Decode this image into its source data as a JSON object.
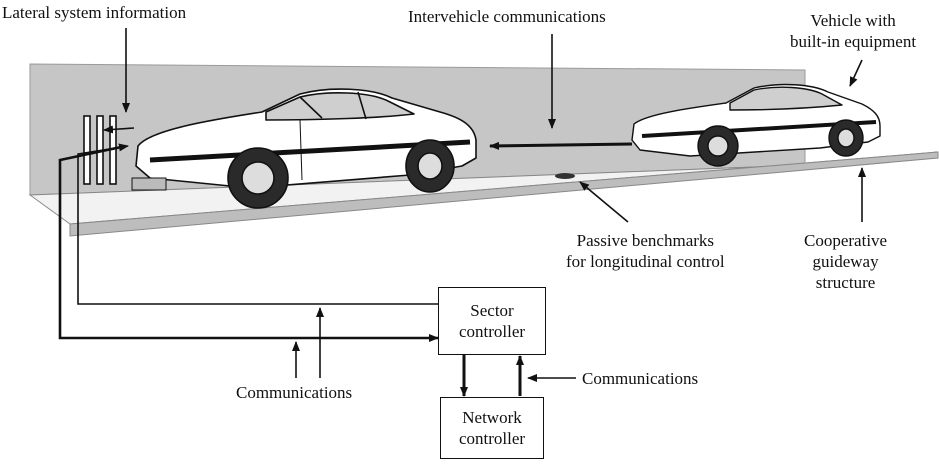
{
  "labels": {
    "lateral_info": "Lateral system information",
    "intervehicle": "Intervehicle communications",
    "vehicle_with": "Vehicle with\nbuilt-in equipment",
    "passive": "Passive benchmarks\nfor longitudinal control",
    "cooperative": "Cooperative\nguideway\nstructure",
    "comm_left": "Communications",
    "comm_right": "Communications"
  },
  "boxes": {
    "sector": "Sector\ncontroller",
    "network": "Network\ncontroller"
  },
  "colors": {
    "wall": "#c6c6c6",
    "wall_edge": "#9a9a9a",
    "road_top": "#f2f2f2",
    "road_side": "#bdbdbd",
    "line": "#111111"
  }
}
